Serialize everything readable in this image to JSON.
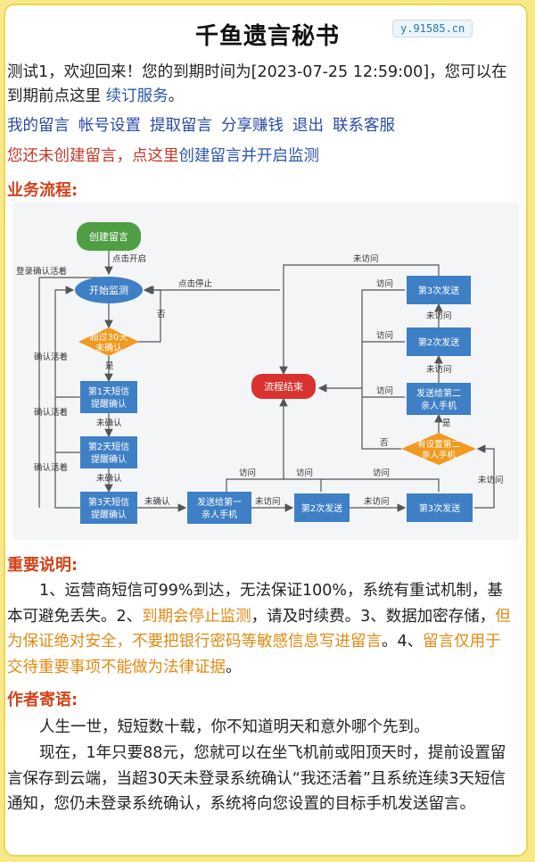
{
  "header": {
    "title": "千鱼遗言秘书",
    "site_badge": "y.91585.cn"
  },
  "welcome": {
    "text": "测试1，欢迎回来！您的到期时间为[2023-07-25 12:59:00]，您可以在到期前点这里",
    "renew_link": "续订服务",
    "end": "。"
  },
  "nav": {
    "items": [
      "我的留言",
      "帐号设置",
      "提取留言",
      "分享赚钱",
      "退出",
      "联系客服"
    ]
  },
  "notice": {
    "text": "您还未创建留言，点这里",
    "link": "创建留言并开启监测"
  },
  "flow_section": {
    "heading": "业务流程:"
  },
  "flowchart": {
    "nodes": {
      "create": "创建留言",
      "start": "开始监测",
      "over30": [
        "超过30天",
        "未确认"
      ],
      "day1": [
        "第1天短信",
        "提醒确认"
      ],
      "day2": [
        "第2天短信",
        "提醒确认"
      ],
      "day3": [
        "第3天短信",
        "提醒确认"
      ],
      "send1": [
        "发送给第一",
        "亲人手机"
      ],
      "send1_2": "第2次发送",
      "send1_3": "第3次发送",
      "end": "流程结束",
      "has_second": [
        "有设置第二",
        "亲人手机"
      ],
      "send2": [
        "发送给第二",
        "亲人手机"
      ],
      "send2_2": "第2次发送",
      "send2_3": "第3次发送"
    },
    "labels": {
      "click_start": "点击开启",
      "login_confirm": "登录确认活着",
      "click_stop": "点击停止",
      "no": "否",
      "yes": "是",
      "confirm_alive": "确认活着",
      "not_confirmed": "未确认",
      "visited": "访问",
      "not_visited": "未访问"
    },
    "colors": {
      "green": "#4f9e43",
      "blue": "#3f7fc6",
      "orange": "#f29a1f",
      "red": "#d9322f",
      "line": "#555555"
    }
  },
  "important": {
    "heading": "重要说明:",
    "part1": "1、运营商短信可99%到达，无法保证100%，系统有重试机制，基本可避免丢失。2、",
    "hl1": "到期会停止监测",
    "part2": "，请及时续费。3、数据加密存储，",
    "hl2": "但为保证绝对安全，不要把银行密码等敏感信息写进留言",
    "part3": "。4、",
    "hl3": "留言仅用于交待重要事项不能做为法律证据",
    "part4": "。"
  },
  "author": {
    "heading": "作者寄语:",
    "para1": "人生一世，短短数十载，你不知道明天和意外哪个先到。",
    "para2": "现在，1年只要88元，您就可以在坐飞机前或阳顶天时，提前设置留言保存到云端，当超30天未登录系统确认“我还活着”且系统连续3天短信通知，您仍未登录系统确认，系统将向您设置的目标手机发送留言。"
  }
}
